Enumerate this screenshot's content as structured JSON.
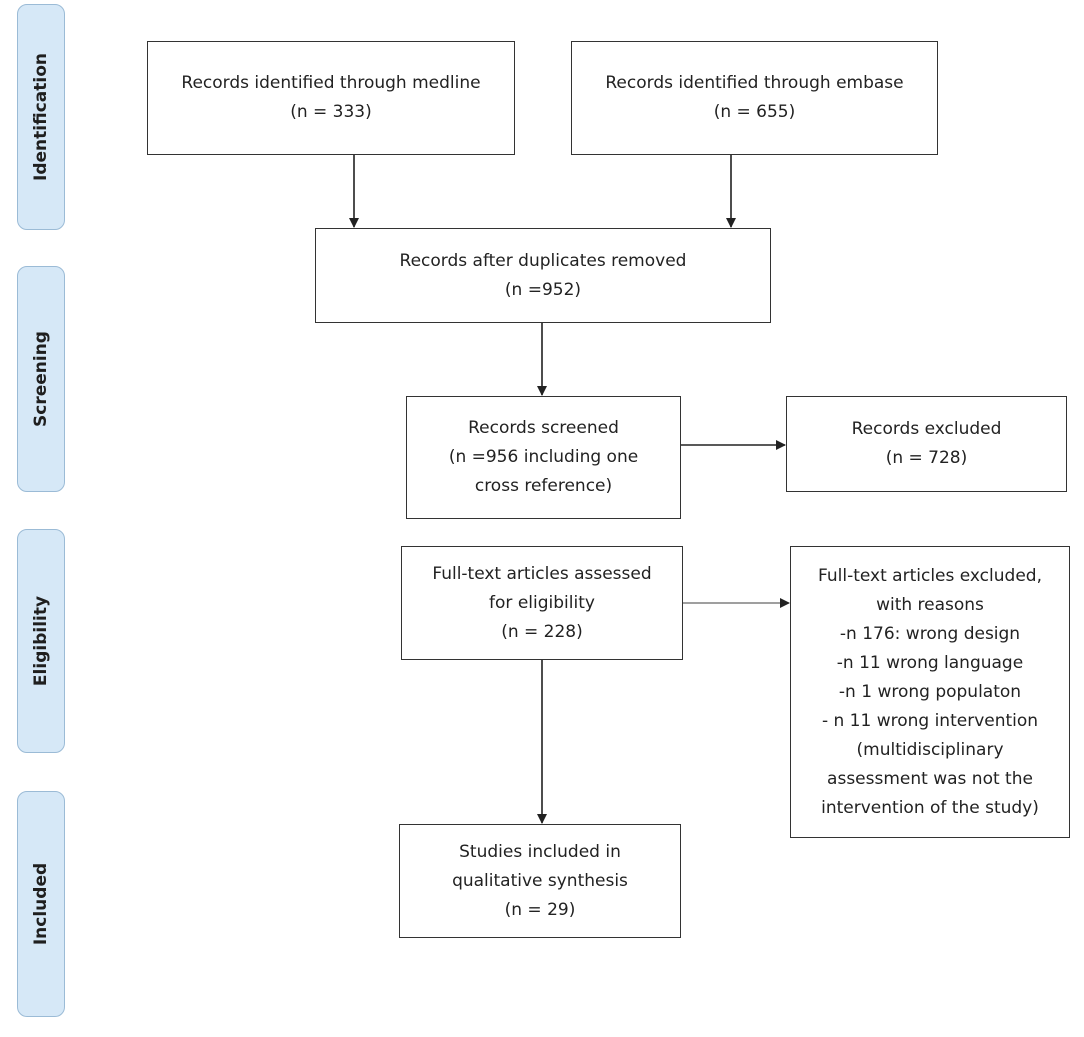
{
  "stages": {
    "identification": "Identification",
    "screening": "Screening",
    "eligibility": "Eligibility",
    "included": "Included"
  },
  "boxes": {
    "medline": {
      "lines": [
        "Records identified through medline",
        "(n = 333)"
      ]
    },
    "embase": {
      "lines": [
        "Records identified through embase",
        "(n = 655)"
      ]
    },
    "deduplicated": {
      "lines": [
        "Records after duplicates removed",
        "(n =952)"
      ]
    },
    "screened": {
      "lines": [
        "Records screened",
        "(n =956 including one",
        "cross reference)"
      ]
    },
    "excluded": {
      "lines": [
        "Records excluded",
        "(n = 728)"
      ]
    },
    "fulltext": {
      "lines": [
        "Full-text articles assessed",
        "for eligibility",
        "(n = 228)"
      ]
    },
    "fulltext_excluded": {
      "lines": [
        "Full-text articles excluded,",
        "with reasons",
        "-n 176: wrong design",
        "-n 11 wrong language",
        "-n 1 wrong populaton",
        "- n 11 wrong intervention",
        "(multidisciplinary",
        "assessment was not the",
        "intervention of the study)"
      ]
    },
    "included": {
      "lines": [
        "Studies included in",
        "qualitative synthesis",
        "(n = 29)"
      ]
    }
  },
  "colors": {
    "stage_fill": "#d6e8f7",
    "stage_border": "#9bbbd6",
    "box_border": "#333333",
    "arrow": "#222222"
  }
}
